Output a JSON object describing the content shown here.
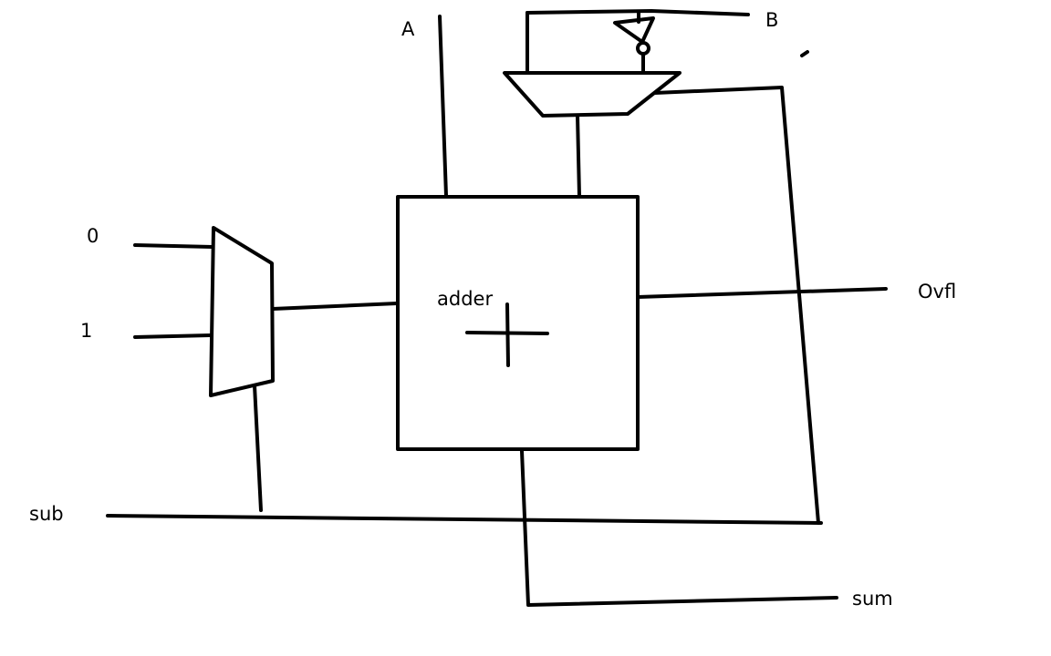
{
  "labels": {
    "input_a": "A",
    "input_b": "B",
    "const_zero": "0",
    "const_one": "1",
    "sub": "sub",
    "adder": "adder",
    "overflow": "Ovfl",
    "sum": "sum"
  }
}
